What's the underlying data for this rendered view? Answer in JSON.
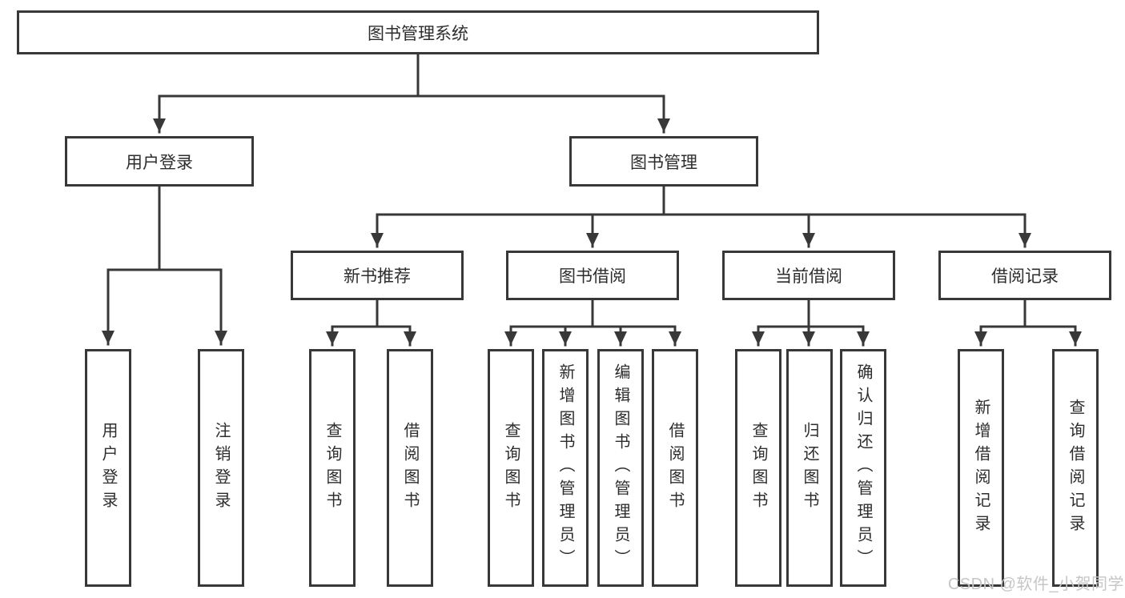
{
  "diagram": {
    "root": {
      "label": "图书管理系统"
    },
    "branches": [
      {
        "label": "用户登录",
        "children": [
          {
            "label": "用户登录"
          },
          {
            "label": "注销登录"
          }
        ]
      },
      {
        "label": "图书管理",
        "children": [
          {
            "label": "新书推荐",
            "children": [
              {
                "label": "查询图书"
              },
              {
                "label": "借阅图书"
              }
            ]
          },
          {
            "label": "图书借阅",
            "children": [
              {
                "label": "查询图书"
              },
              {
                "label": "新增图书（管理员）"
              },
              {
                "label": "编辑图书（管理员）"
              },
              {
                "label": "借阅图书"
              }
            ]
          },
          {
            "label": "当前借阅",
            "children": [
              {
                "label": "查询图书"
              },
              {
                "label": "归还图书"
              },
              {
                "label": "确认归还（管理员）"
              }
            ]
          },
          {
            "label": "借阅记录",
            "children": [
              {
                "label": "新增借阅记录"
              },
              {
                "label": "查询借阅记录"
              }
            ]
          }
        ]
      }
    ]
  },
  "watermark": {
    "text": "CSDN @软件_小贺同学"
  },
  "colors": {
    "line": "#383838",
    "text": "#2d2d2d",
    "background": "#ffffff",
    "watermark": "#c6c6c6"
  }
}
